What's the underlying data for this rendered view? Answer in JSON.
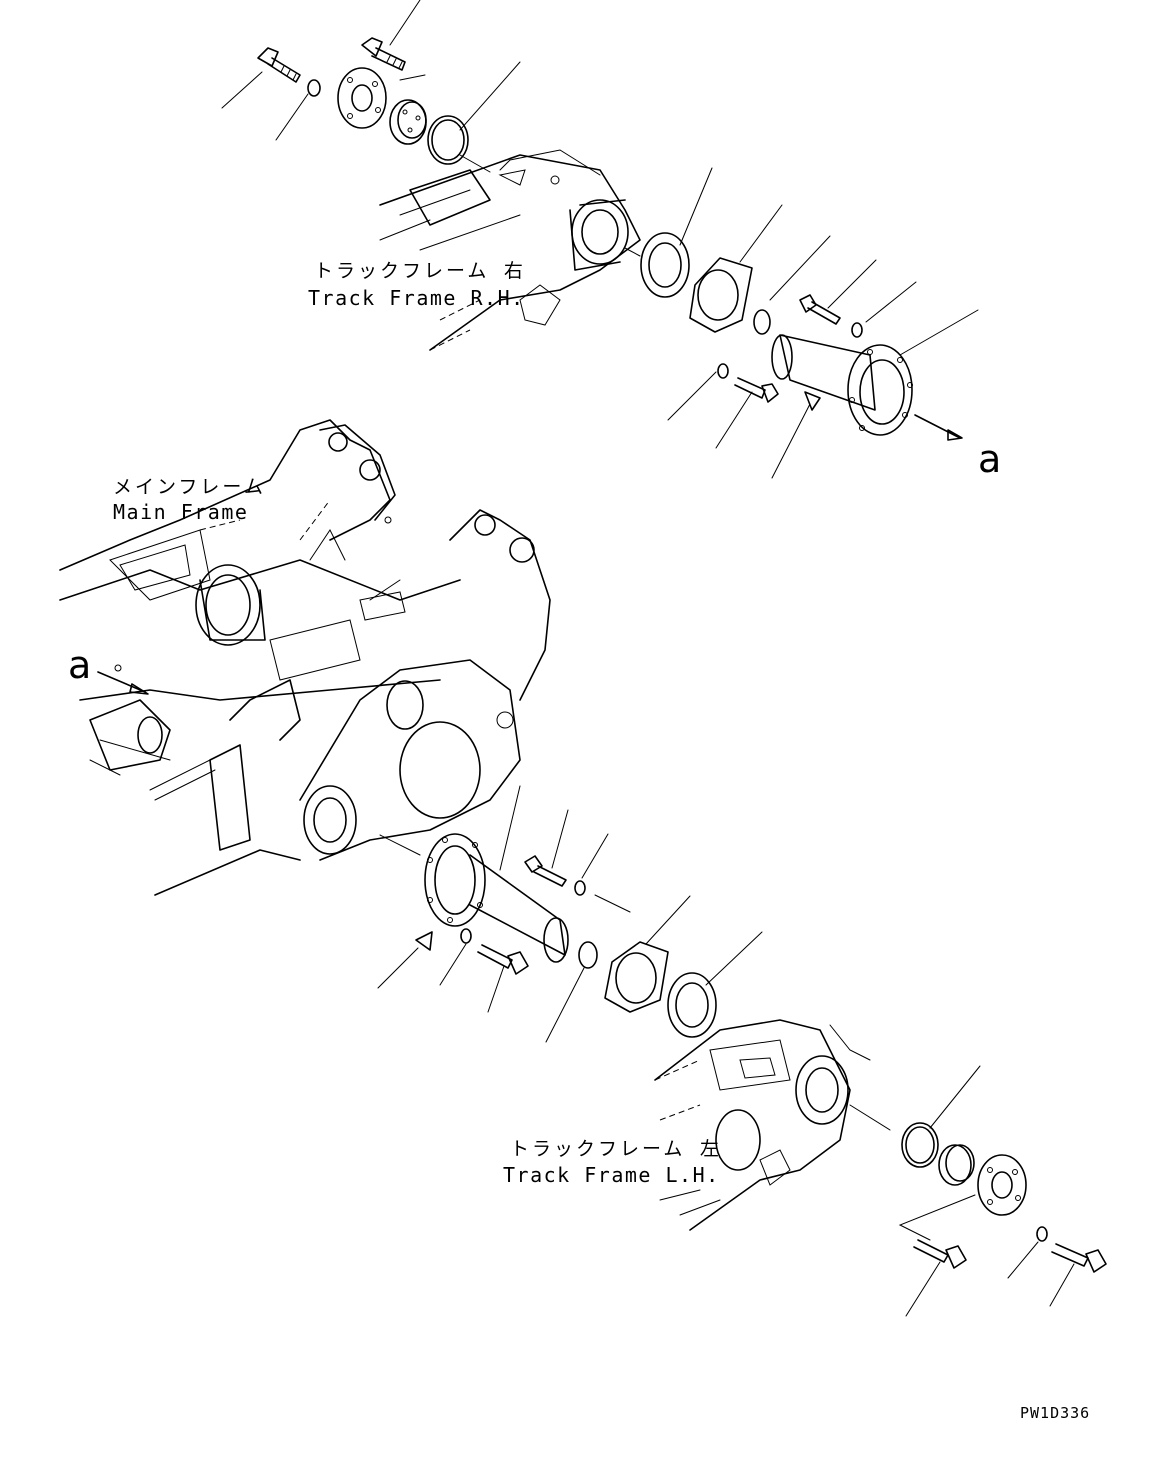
{
  "labels": {
    "track_frame_rh_jp": "トラックフレーム 右",
    "track_frame_rh_en": "Track Frame R.H.",
    "main_frame_jp": "メインフレーム",
    "main_frame_en": "Main Frame",
    "track_frame_lh_jp": "トラックフレーム 左",
    "track_frame_lh_en": "Track Frame L.H.",
    "ref_a_right": "a",
    "ref_a_left": "a",
    "drawing_code": "PW1D336"
  }
}
